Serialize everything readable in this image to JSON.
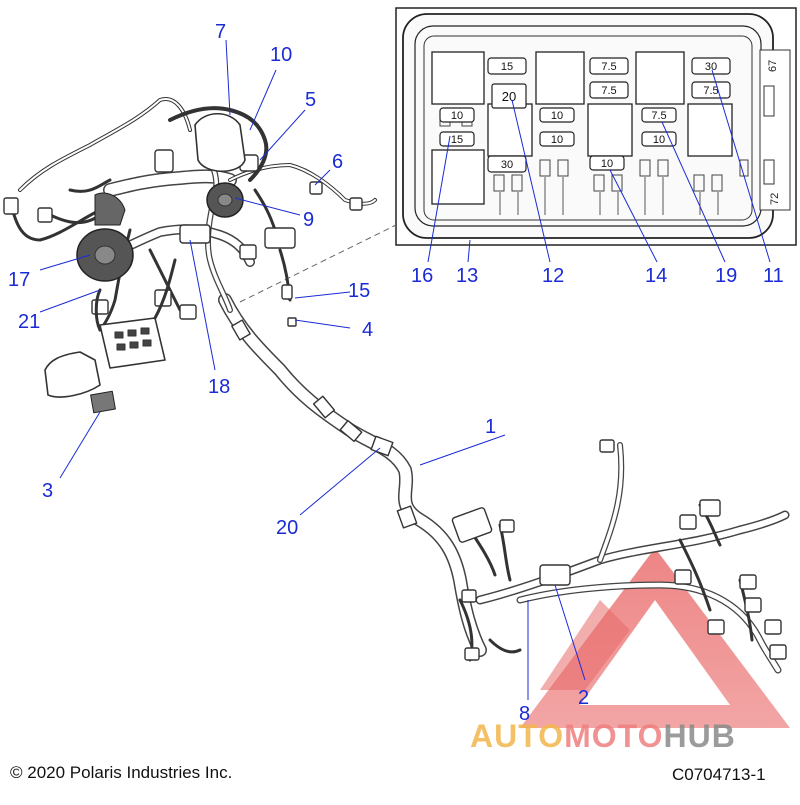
{
  "callouts": {
    "c1": "1",
    "c2": "2",
    "c3": "3",
    "c4": "4",
    "c5": "5",
    "c6": "6",
    "c7": "7",
    "c8": "8",
    "c9": "9",
    "c10": "10",
    "c11": "11",
    "c12": "12",
    "c13": "13",
    "c14": "14",
    "c15": "15",
    "c16": "16",
    "c17": "17",
    "c18": "18",
    "c19": "19",
    "c20": "20",
    "c21": "21"
  },
  "fuse_box": {
    "fuses": {
      "f15a": "15",
      "f20": "20",
      "f10a": "10",
      "f15b": "15",
      "f30a": "30",
      "f75a": "7.5",
      "f75b": "7.5",
      "f10b": "10",
      "f10c": "10",
      "f10d": "10",
      "f75c": "7.5",
      "f10e": "10",
      "f30b": "30",
      "f75d": "7.5"
    },
    "side_labels": {
      "top": "67",
      "bottom": "72"
    }
  },
  "footer": {
    "copyright": "© 2020 Polaris Industries Inc.",
    "part_number": "C0704713-1"
  },
  "watermark": {
    "part1": "AUTO",
    "part2": "MOTO",
    "part3": "HUB"
  },
  "colors": {
    "callout_text": "#1a2bd6",
    "line_art": "#333333",
    "watermark_red": "#e05050"
  }
}
